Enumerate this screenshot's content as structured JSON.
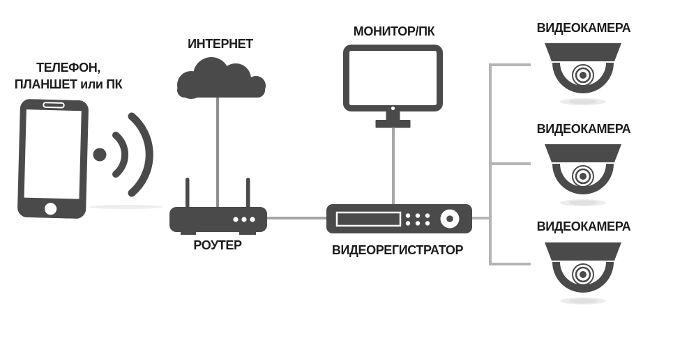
{
  "theme": {
    "icon": "#4a4a4a",
    "text": "#1c1c1c",
    "bg": "#ffffff",
    "line_center": "#8f8f8f",
    "line_tree": "#b5b5b5"
  },
  "nodes": {
    "phone": {
      "label_line1": "ТЕЛЕФОН,",
      "label_line2": "ПЛАНШЕТ или ПК",
      "icon": "smartphone-icon + wifi-signal-icon"
    },
    "internet": {
      "label": "ИНТЕРНЕТ",
      "icon": "cloud-icon"
    },
    "router": {
      "label": "РОУТЕР",
      "icon": "router-icon"
    },
    "monitor": {
      "label": "МОНИТОР/ПК",
      "icon": "monitor-icon"
    },
    "dvr": {
      "label": "ВИДЕОРЕГИСТРАТОР",
      "icon": "dvr-icon"
    },
    "cameras": [
      {
        "label": "ВИДЕОКАМЕРА",
        "icon": "dome-camera-icon"
      },
      {
        "label": "ВИДЕОКАМЕРА",
        "icon": "dome-camera-icon"
      },
      {
        "label": "ВИДЕОКАМЕРА",
        "icon": "dome-camera-icon"
      }
    ]
  },
  "connections": [
    {
      "from": "ИНТЕРНЕТ",
      "to": "РОУТЕР",
      "type": "wired-line"
    },
    {
      "from": "МОНИТОР/ПК",
      "to": "ВИДЕОРЕГИСТРАТОР",
      "type": "wired-line"
    },
    {
      "from": "РОУТЕР",
      "to": "ВИДЕОРЕГИСТРАТОР",
      "type": "wired-line"
    },
    {
      "from": "ВИДЕОРЕГИСТРАТОР",
      "to": "ВИДЕОКАМЕРА (3 шт.)",
      "type": "wired-tree"
    },
    {
      "from": "ТЕЛЕФОН, ПЛАНШЕТ или ПК",
      "to": "РОУТЕР",
      "type": "wireless (wifi waves)"
    }
  ]
}
